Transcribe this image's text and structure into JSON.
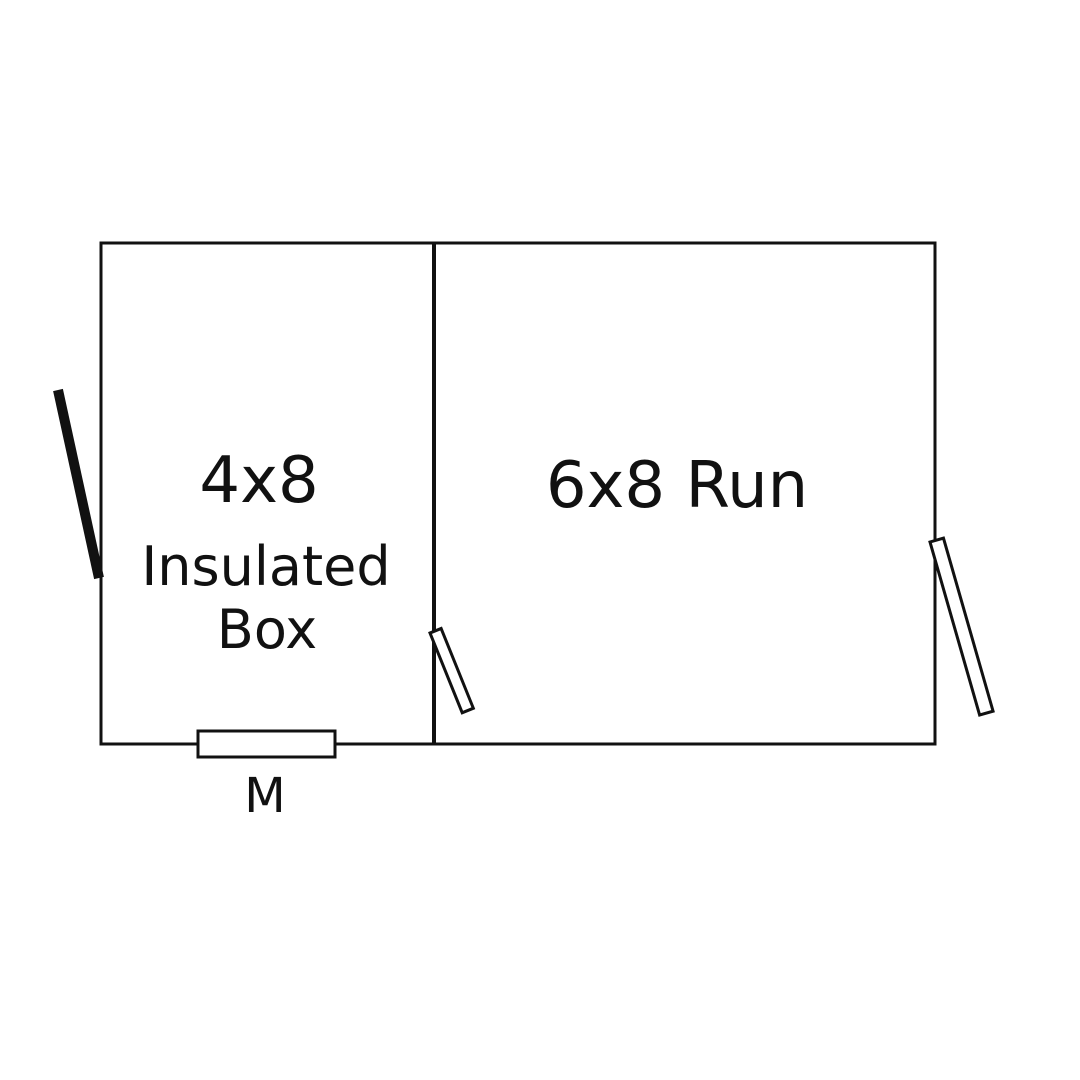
{
  "diagram": {
    "rooms": [
      {
        "id": "box",
        "size_label": "4x8",
        "name_line1": "Insulated",
        "name_line2": "Box"
      },
      {
        "id": "run",
        "label": "6x8 Run"
      }
    ],
    "marker_label": "M",
    "colors": {
      "line": "#111111",
      "background": "#ffffff"
    }
  }
}
